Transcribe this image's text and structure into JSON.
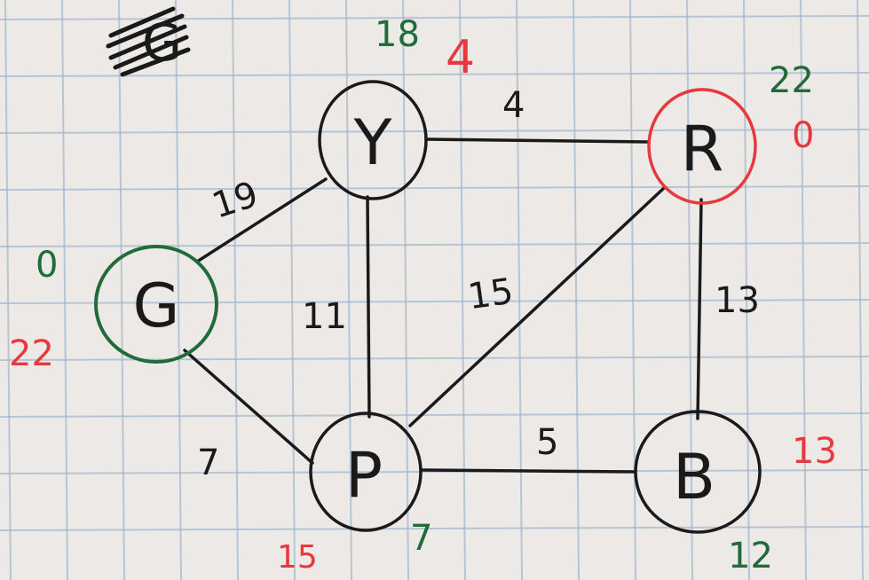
{
  "colors": {
    "ink": "#1a1a1a",
    "green": "#1f6b3a",
    "red": "#e8383d",
    "grid": "#9fb6cf",
    "paper": "#ece9e6"
  },
  "scribble": "G",
  "nodes": {
    "G": {
      "label": "G",
      "color": "green",
      "start_value": "0",
      "final_value": "22"
    },
    "Y": {
      "label": "Y",
      "color": "ink",
      "start_value": "18",
      "final_value": "4",
      "extra_value": ""
    },
    "R": {
      "label": "R",
      "color": "red",
      "start_value": "22",
      "final_value": "0"
    },
    "P": {
      "label": "P",
      "color": "ink",
      "start_value": "7",
      "final_value": "15"
    },
    "B": {
      "label": "B",
      "color": "ink",
      "start_value": "12",
      "final_value": "13"
    }
  },
  "edges": [
    {
      "from": "G",
      "to": "Y",
      "weight": "19"
    },
    {
      "from": "Y",
      "to": "R",
      "weight": "4"
    },
    {
      "from": "Y",
      "to": "P",
      "weight": "11"
    },
    {
      "from": "G",
      "to": "P",
      "weight": "7"
    },
    {
      "from": "P",
      "to": "R",
      "weight": "15"
    },
    {
      "from": "R",
      "to": "B",
      "weight": "13"
    },
    {
      "from": "P",
      "to": "B",
      "weight": "5"
    }
  ]
}
